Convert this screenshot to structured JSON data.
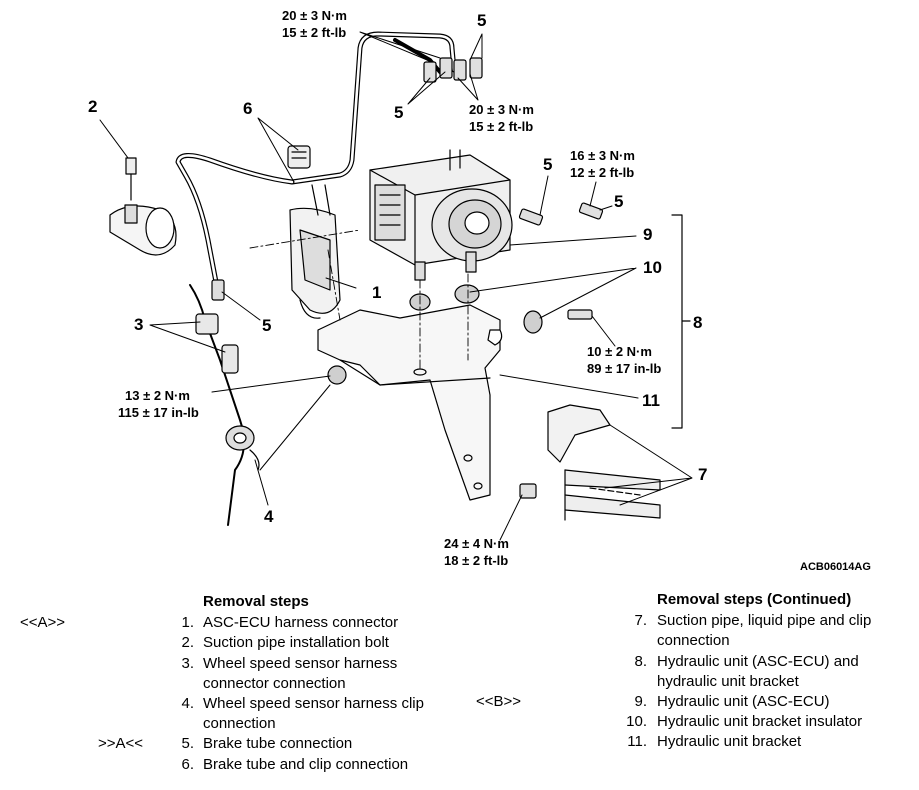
{
  "figure_id": "ACB06014AG",
  "callouts": {
    "c1": "1",
    "c2": "2",
    "c3": "3",
    "c4": "4",
    "c5a": "5",
    "c5b": "5",
    "c5c": "5",
    "c5d": "5",
    "c5e": "5",
    "c6": "6",
    "c7": "7",
    "c8": "8",
    "c9": "9",
    "c10": "10",
    "c11": "11"
  },
  "torques": {
    "t1": [
      "20 ± 3 N·m",
      "15 ± 2 ft-lb"
    ],
    "t2": [
      "20 ± 3 N·m",
      "15 ± 2 ft-lb"
    ],
    "t3": [
      "16 ± 3 N·m",
      "12 ± 2 ft-lb"
    ],
    "t4": [
      "10 ± 2 N·m",
      "89 ± 17 in-lb"
    ],
    "t5": [
      "13 ± 2 N·m",
      "115 ± 17 in-lb"
    ],
    "t6": [
      "24 ± 4 N·m",
      "18 ± 2 ft-lb"
    ]
  },
  "left_steps": {
    "title": "Removal steps",
    "items": [
      {
        "marker": "<<A>>",
        "num": "1.",
        "lines": [
          "ASC-ECU harness connector"
        ]
      },
      {
        "marker": "",
        "num": "2.",
        "lines": [
          "Suction pipe installation bolt"
        ]
      },
      {
        "marker": "",
        "num": "3.",
        "lines": [
          "Wheel speed sensor harness",
          "connector connection"
        ]
      },
      {
        "marker": "",
        "num": "4.",
        "lines": [
          "Wheel speed sensor harness clip",
          "connection"
        ]
      },
      {
        "marker": ">>A<<",
        "num": "5.",
        "lines": [
          "Brake tube connection"
        ]
      },
      {
        "marker": "",
        "num": "6.",
        "lines": [
          "Brake tube and clip connection"
        ]
      }
    ]
  },
  "right_steps": {
    "title": "Removal steps (Continued)",
    "items": [
      {
        "marker": "",
        "num": "7.",
        "lines": [
          "Suction pipe, liquid pipe and clip",
          "connection"
        ]
      },
      {
        "marker": "",
        "num": "8.",
        "lines": [
          "Hydraulic unit (ASC-ECU) and",
          "hydraulic unit bracket"
        ]
      },
      {
        "marker": "<<B>>",
        "num": "9.",
        "lines": [
          "Hydraulic unit (ASC-ECU)"
        ]
      },
      {
        "marker": "",
        "num": "10.",
        "lines": [
          "Hydraulic unit bracket insulator"
        ]
      },
      {
        "marker": "",
        "num": "11.",
        "lines": [
          "Hydraulic unit bracket"
        ]
      }
    ]
  }
}
